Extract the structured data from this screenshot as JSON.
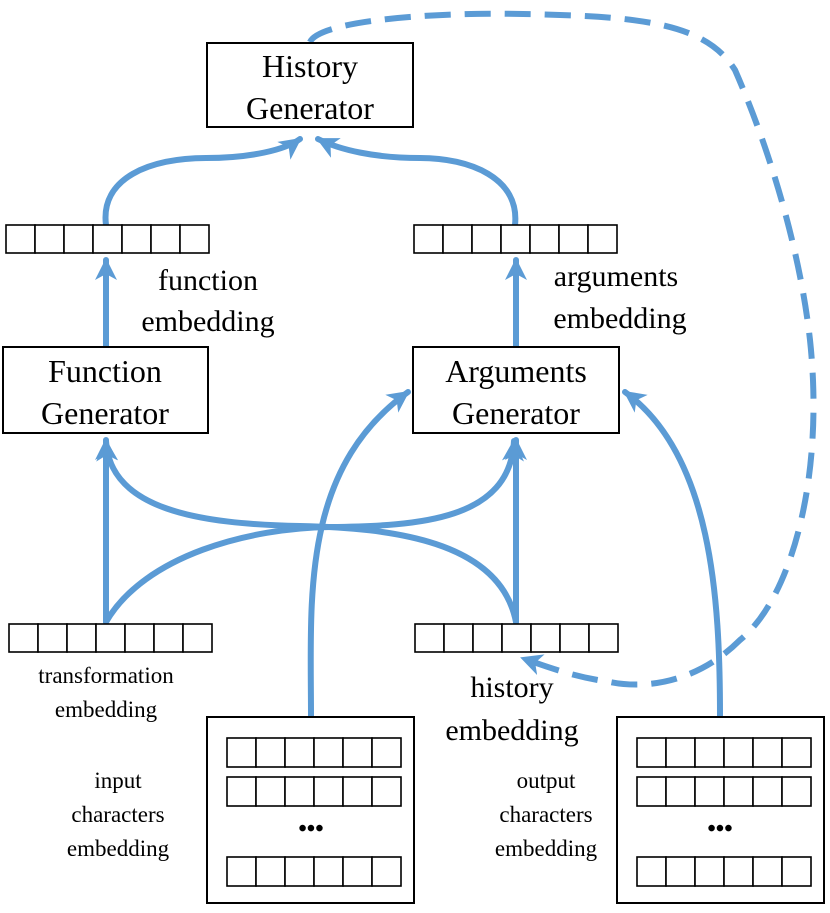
{
  "colors": {
    "arrow": "#5B9BD5",
    "box_stroke": "#000000",
    "background": "#ffffff"
  },
  "nodes": {
    "history_generator": {
      "line1": "History",
      "line2": "Generator"
    },
    "function_generator": {
      "line1": "Function",
      "line2": "Generator"
    },
    "arguments_generator": {
      "line1": "Arguments",
      "line2": "Generator"
    }
  },
  "labels": {
    "function_embedding": {
      "line1": "function",
      "line2": "embedding"
    },
    "arguments_embedding": {
      "line1": "arguments",
      "line2": "embedding"
    },
    "transformation_embedding": {
      "line1": "transformation",
      "line2": "embedding"
    },
    "history_embedding": {
      "line1": "history",
      "line2": "embedding"
    },
    "input_characters_embedding": {
      "line1": "input",
      "line2": "characters",
      "line3": "embedding"
    },
    "output_characters_embedding": {
      "line1": "output",
      "line2": "characters",
      "line3": "embedding"
    },
    "ellipsis": "•••"
  }
}
